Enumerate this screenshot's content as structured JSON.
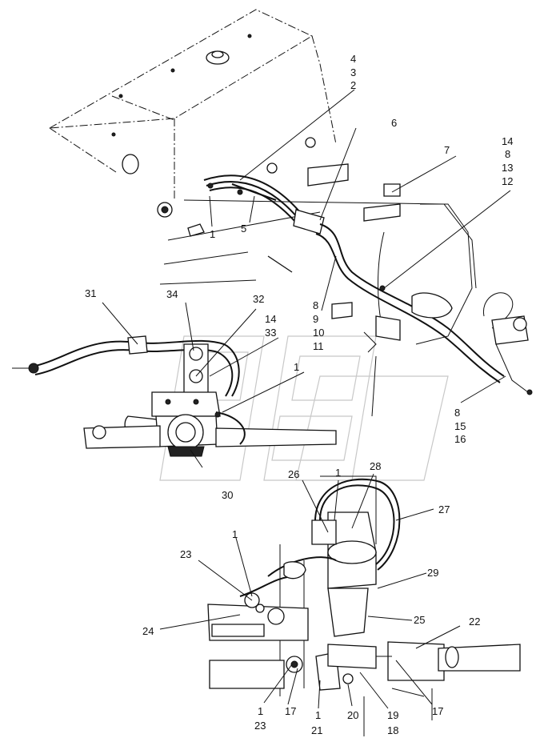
{
  "diagram": {
    "callouts": [
      {
        "id": "c-4",
        "text": "4"
      },
      {
        "id": "c-3",
        "text": "3"
      },
      {
        "id": "c-2",
        "text": "2"
      },
      {
        "id": "c-6",
        "text": "6"
      },
      {
        "id": "c-7",
        "text": "7"
      },
      {
        "id": "c-14a",
        "text": "14"
      },
      {
        "id": "c-8a",
        "text": "8"
      },
      {
        "id": "c-13",
        "text": "13"
      },
      {
        "id": "c-12",
        "text": "12"
      },
      {
        "id": "c-1a",
        "text": "1"
      },
      {
        "id": "c-5",
        "text": "5"
      },
      {
        "id": "c-31",
        "text": "31"
      },
      {
        "id": "c-34",
        "text": "34"
      },
      {
        "id": "c-32",
        "text": "32"
      },
      {
        "id": "c-14b",
        "text": "14"
      },
      {
        "id": "c-33",
        "text": "33"
      },
      {
        "id": "c-8b",
        "text": "8"
      },
      {
        "id": "c-9",
        "text": "9"
      },
      {
        "id": "c-10",
        "text": "10"
      },
      {
        "id": "c-11",
        "text": "11"
      },
      {
        "id": "c-1b",
        "text": "1"
      },
      {
        "id": "c-8c",
        "text": "8"
      },
      {
        "id": "c-15",
        "text": "15"
      },
      {
        "id": "c-16",
        "text": "16"
      },
      {
        "id": "c-30",
        "text": "30"
      },
      {
        "id": "c-26",
        "text": "26"
      },
      {
        "id": "c-1c",
        "text": "1"
      },
      {
        "id": "c-28",
        "text": "28"
      },
      {
        "id": "c-27",
        "text": "27"
      },
      {
        "id": "c-1d",
        "text": "1"
      },
      {
        "id": "c-23a",
        "text": "23"
      },
      {
        "id": "c-29",
        "text": "29"
      },
      {
        "id": "c-24",
        "text": "24"
      },
      {
        "id": "c-25",
        "text": "25"
      },
      {
        "id": "c-22",
        "text": "22"
      },
      {
        "id": "c-1e",
        "text": "1"
      },
      {
        "id": "c-17a",
        "text": "17"
      },
      {
        "id": "c-1f",
        "text": "1"
      },
      {
        "id": "c-20",
        "text": "20"
      },
      {
        "id": "c-19",
        "text": "19"
      },
      {
        "id": "c-17b",
        "text": "17"
      },
      {
        "id": "c-23b",
        "text": "23"
      },
      {
        "id": "c-21",
        "text": "21"
      },
      {
        "id": "c-18",
        "text": "18"
      }
    ]
  }
}
